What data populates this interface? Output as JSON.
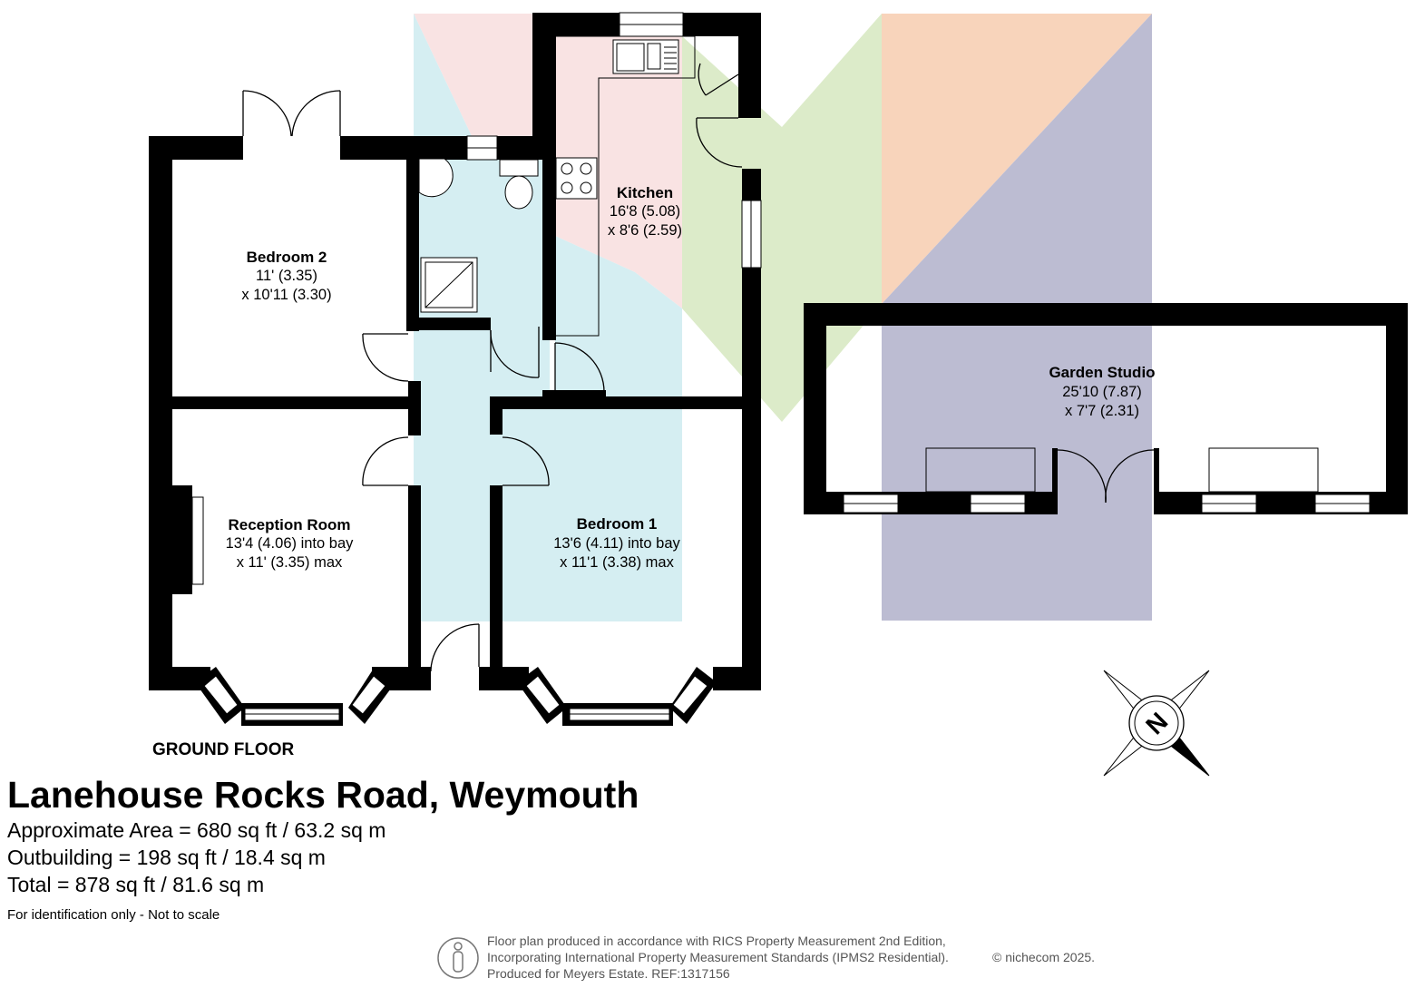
{
  "floor_label": "GROUND FLOOR",
  "rooms": {
    "kitchen": {
      "name": "Kitchen",
      "dim1": "16'8 (5.08)",
      "dim2": "x 8'6 (2.59)"
    },
    "bedroom2": {
      "name": "Bedroom 2",
      "dim1": "11' (3.35)",
      "dim2": "x 10'11 (3.30)"
    },
    "reception": {
      "name": "Reception Room",
      "dim1": "13'4 (4.06) into bay",
      "dim2": "x 11' (3.35) max"
    },
    "bedroom1": {
      "name": "Bedroom 1",
      "dim1": "13'6 (4.11) into bay",
      "dim2": "x 11'1 (3.38) max"
    },
    "studio": {
      "name": "Garden Studio",
      "dim1": "25'10 (7.87)",
      "dim2": "x 7'7 (2.31)"
    }
  },
  "compass": {
    "letter": "N"
  },
  "info": {
    "address": "Lanehouse Rocks Road, Weymouth",
    "approx_area": "Approximate Area = 680 sq ft / 63.2 sq m",
    "outbuilding": "Outbuilding = 198 sq ft / 18.4 sq m",
    "total": "Total = 878 sq ft / 81.6 sq m",
    "disclaimer": "For identification only - Not to scale"
  },
  "footer": {
    "line1": "Floor plan produced in accordance with RICS Property Measurement 2nd Edition,",
    "line2": "Incorporating International Property Measurement Standards (IPMS2 Residential).",
    "line3": "Produced for Meyers Estate.    REF:1317156",
    "copyright": "© nichecom 2025."
  },
  "colors": {
    "wall": "#000000",
    "shade_pink": "#f9e3e3",
    "shade_blue": "#d5eef2",
    "shade_green": "#dcebc9",
    "shade_orange": "#f8d4bb",
    "shade_lavender": "#bcbcd2"
  }
}
